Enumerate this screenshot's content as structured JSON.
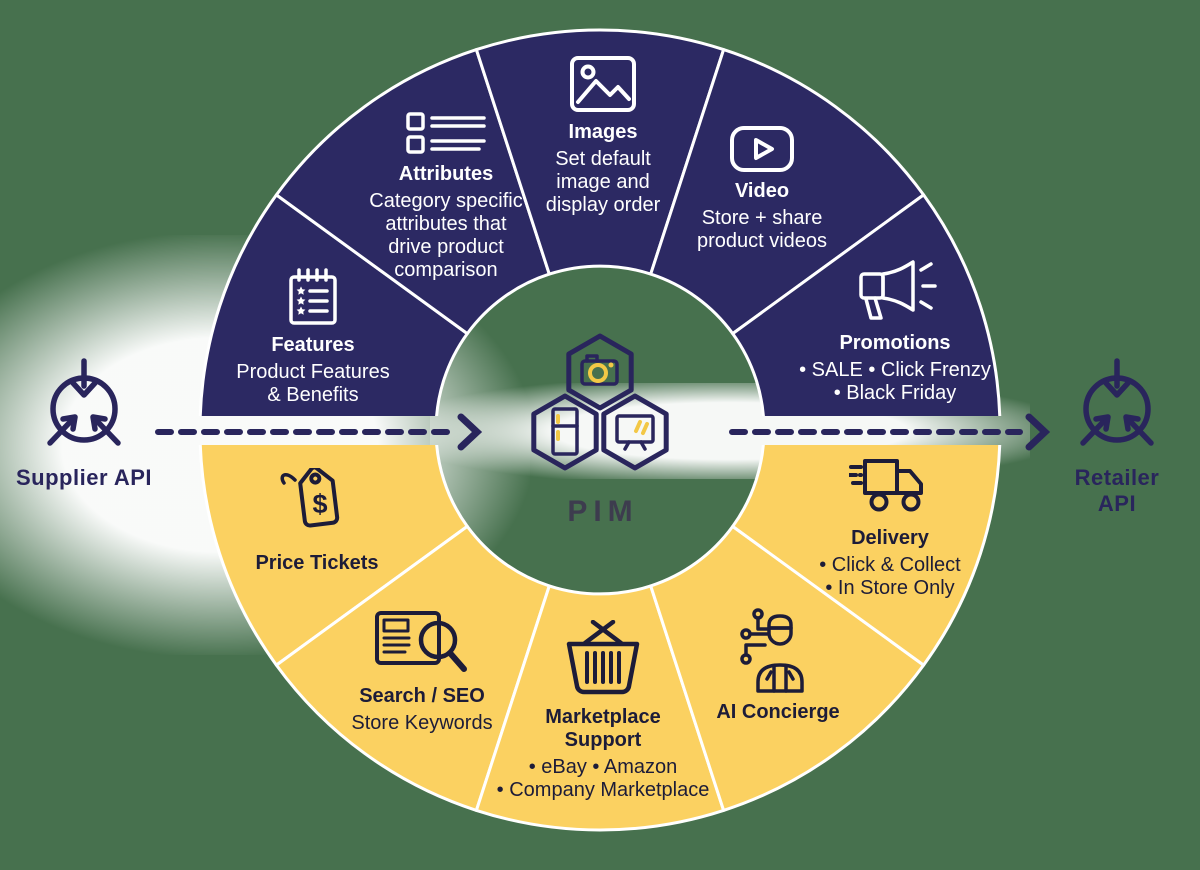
{
  "colors": {
    "background": "#47714e",
    "navy_half": "#2c2963",
    "yellow_half": "#fbd161",
    "divider_white": "#ffffff",
    "dark_text_on_yellow": "#1d1c38",
    "white_text_on_navy": "#ffffff",
    "api_navy": "#29255c",
    "hex_accent_yellow": "#f3c846",
    "pim_text": "#3d3c4e"
  },
  "left_api": {
    "label": "Supplier API",
    "icon": "converging-arrows-icon"
  },
  "right_api": {
    "label": "Retailer API",
    "icon": "converging-arrows-icon"
  },
  "center": {
    "label": "PIM",
    "icon": "product-hexagons-icon"
  },
  "wheel": {
    "top": [
      {
        "id": "features",
        "icon": "feature-list-icon",
        "title": "Features",
        "lines": [
          "Product Features",
          "& Benefits"
        ]
      },
      {
        "id": "attributes",
        "icon": "attribute-list-icon",
        "title": "Attributes",
        "lines": [
          "Category specific",
          "attributes that",
          "drive product",
          "comparison"
        ]
      },
      {
        "id": "images",
        "icon": "image-icon",
        "title": "Images",
        "lines": [
          "Set default",
          "image and",
          "display order"
        ]
      },
      {
        "id": "video",
        "icon": "video-play-icon",
        "title": "Video",
        "lines": [
          "Store + share",
          "product videos"
        ]
      },
      {
        "id": "promotions",
        "icon": "megaphone-icon",
        "title": "Promotions",
        "lines": [
          "• SALE • Click Frenzy",
          "• Black Friday"
        ]
      }
    ],
    "bottom": [
      {
        "id": "price-tickets",
        "icon": "price-tag-icon",
        "title": "Price Tickets",
        "lines": []
      },
      {
        "id": "search-seo",
        "icon": "search-page-icon",
        "title": "Search / SEO",
        "lines": [
          "Store Keywords"
        ]
      },
      {
        "id": "marketplace",
        "icon": "basket-icon",
        "title": "Marketplace Support",
        "lines": [
          "• eBay • Amazon",
          "• Company Marketplace"
        ]
      },
      {
        "id": "ai-concierge",
        "icon": "concierge-icon",
        "title": "AI Concierge",
        "lines": []
      },
      {
        "id": "delivery",
        "icon": "delivery-truck-icon",
        "title": "Delivery",
        "lines": [
          "• Click & Collect",
          "• In Store Only"
        ]
      }
    ]
  }
}
